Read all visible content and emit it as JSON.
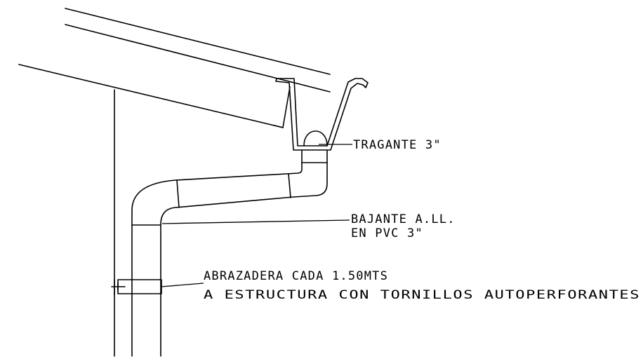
{
  "labels": {
    "tragante": "TRAGANTE 3\"",
    "bajante_line1": "BAJANTE A.LL.",
    "bajante_line2": "EN PVC 3\"",
    "abrazadera_line1": "ABRAZADERA CADA 1.50MTS",
    "abrazadera_line2": "A ESTRUCTURA CON TORNILLOS AUTOPERFORANTES"
  },
  "colors": {
    "line": "#000000",
    "background": "#ffffff"
  }
}
